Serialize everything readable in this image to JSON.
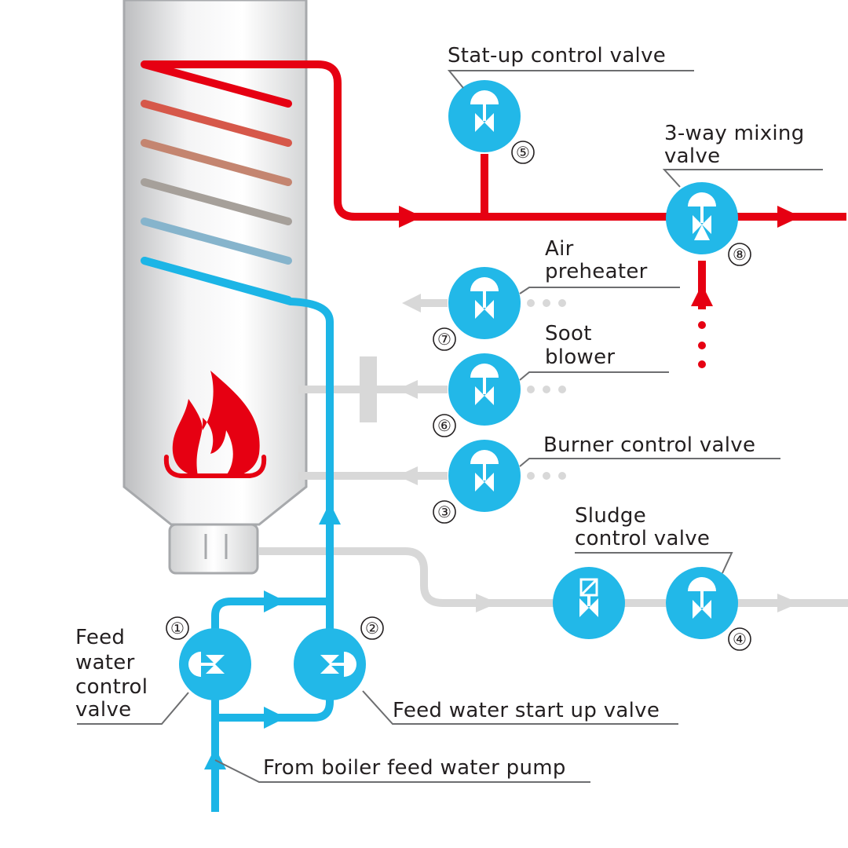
{
  "colors": {
    "hot": "#e60012",
    "cold": "#1cb5e6",
    "gray": "#d8d8d8",
    "valve": "#22b8e8",
    "text": "#231f20"
  },
  "valves": {
    "v1": {
      "number": "①",
      "label_lines": [
        "Feed",
        "water",
        "control",
        "valve"
      ]
    },
    "v2": {
      "number": "②",
      "label": "Feed water start up valve"
    },
    "v3": {
      "number": "③",
      "label": "Burner control valve"
    },
    "v4": {
      "number": "④",
      "label_lines": [
        "Sludge",
        "control valve"
      ]
    },
    "v5": {
      "number": "⑤",
      "label": "Stat-up control valve"
    },
    "v6": {
      "number": "⑥",
      "label_lines": [
        "Soot",
        "blower"
      ]
    },
    "v7": {
      "number": "⑦",
      "label_lines": [
        "Air",
        "preheater"
      ]
    },
    "v8": {
      "number": "⑧",
      "label_lines": [
        "3-way mixing",
        "valve"
      ]
    }
  },
  "feed_pump_label": "From boiler feed water pump",
  "icons": {
    "burner": "flame-icon",
    "control_valve": "diaphragm-valve-icon",
    "solenoid_valve": "solenoid-valve-icon"
  }
}
